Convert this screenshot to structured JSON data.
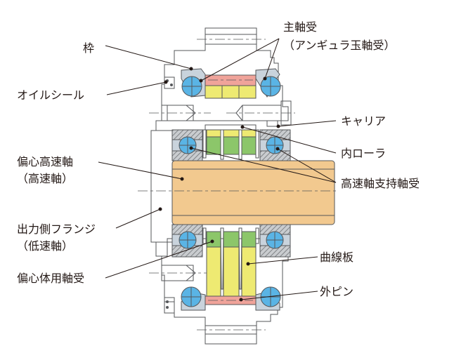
{
  "title": "Cycloidal reducer cross-section",
  "labels": {
    "frame": "枠",
    "main_bearing_1": "主軸受",
    "main_bearing_2": "（アンギュラ玉軸受）",
    "oil_seal": "オイルシール",
    "carrier": "キャリア",
    "inner_roller": "内ローラ",
    "eccentric_shaft_1": "偏心高速軸",
    "eccentric_shaft_2": "（高速軸）",
    "hs_support_bearing": "高速軸支持軸受",
    "output_flange_1": "出力側フランジ",
    "output_flange_2": "（低速軸）",
    "curved_plate": "曲線板",
    "eccentric_bearing": "偏心体用軸受",
    "outer_pin": "外ピン"
  },
  "colors": {
    "shaft": "#f2c98f",
    "ball": "#5ab4e5",
    "plate": "#eeea72",
    "roller_green": "#8cc66a",
    "outer_pin": "#f0a39a",
    "race": "#c9d3dc",
    "line": "#55575a",
    "text": "#231815"
  }
}
